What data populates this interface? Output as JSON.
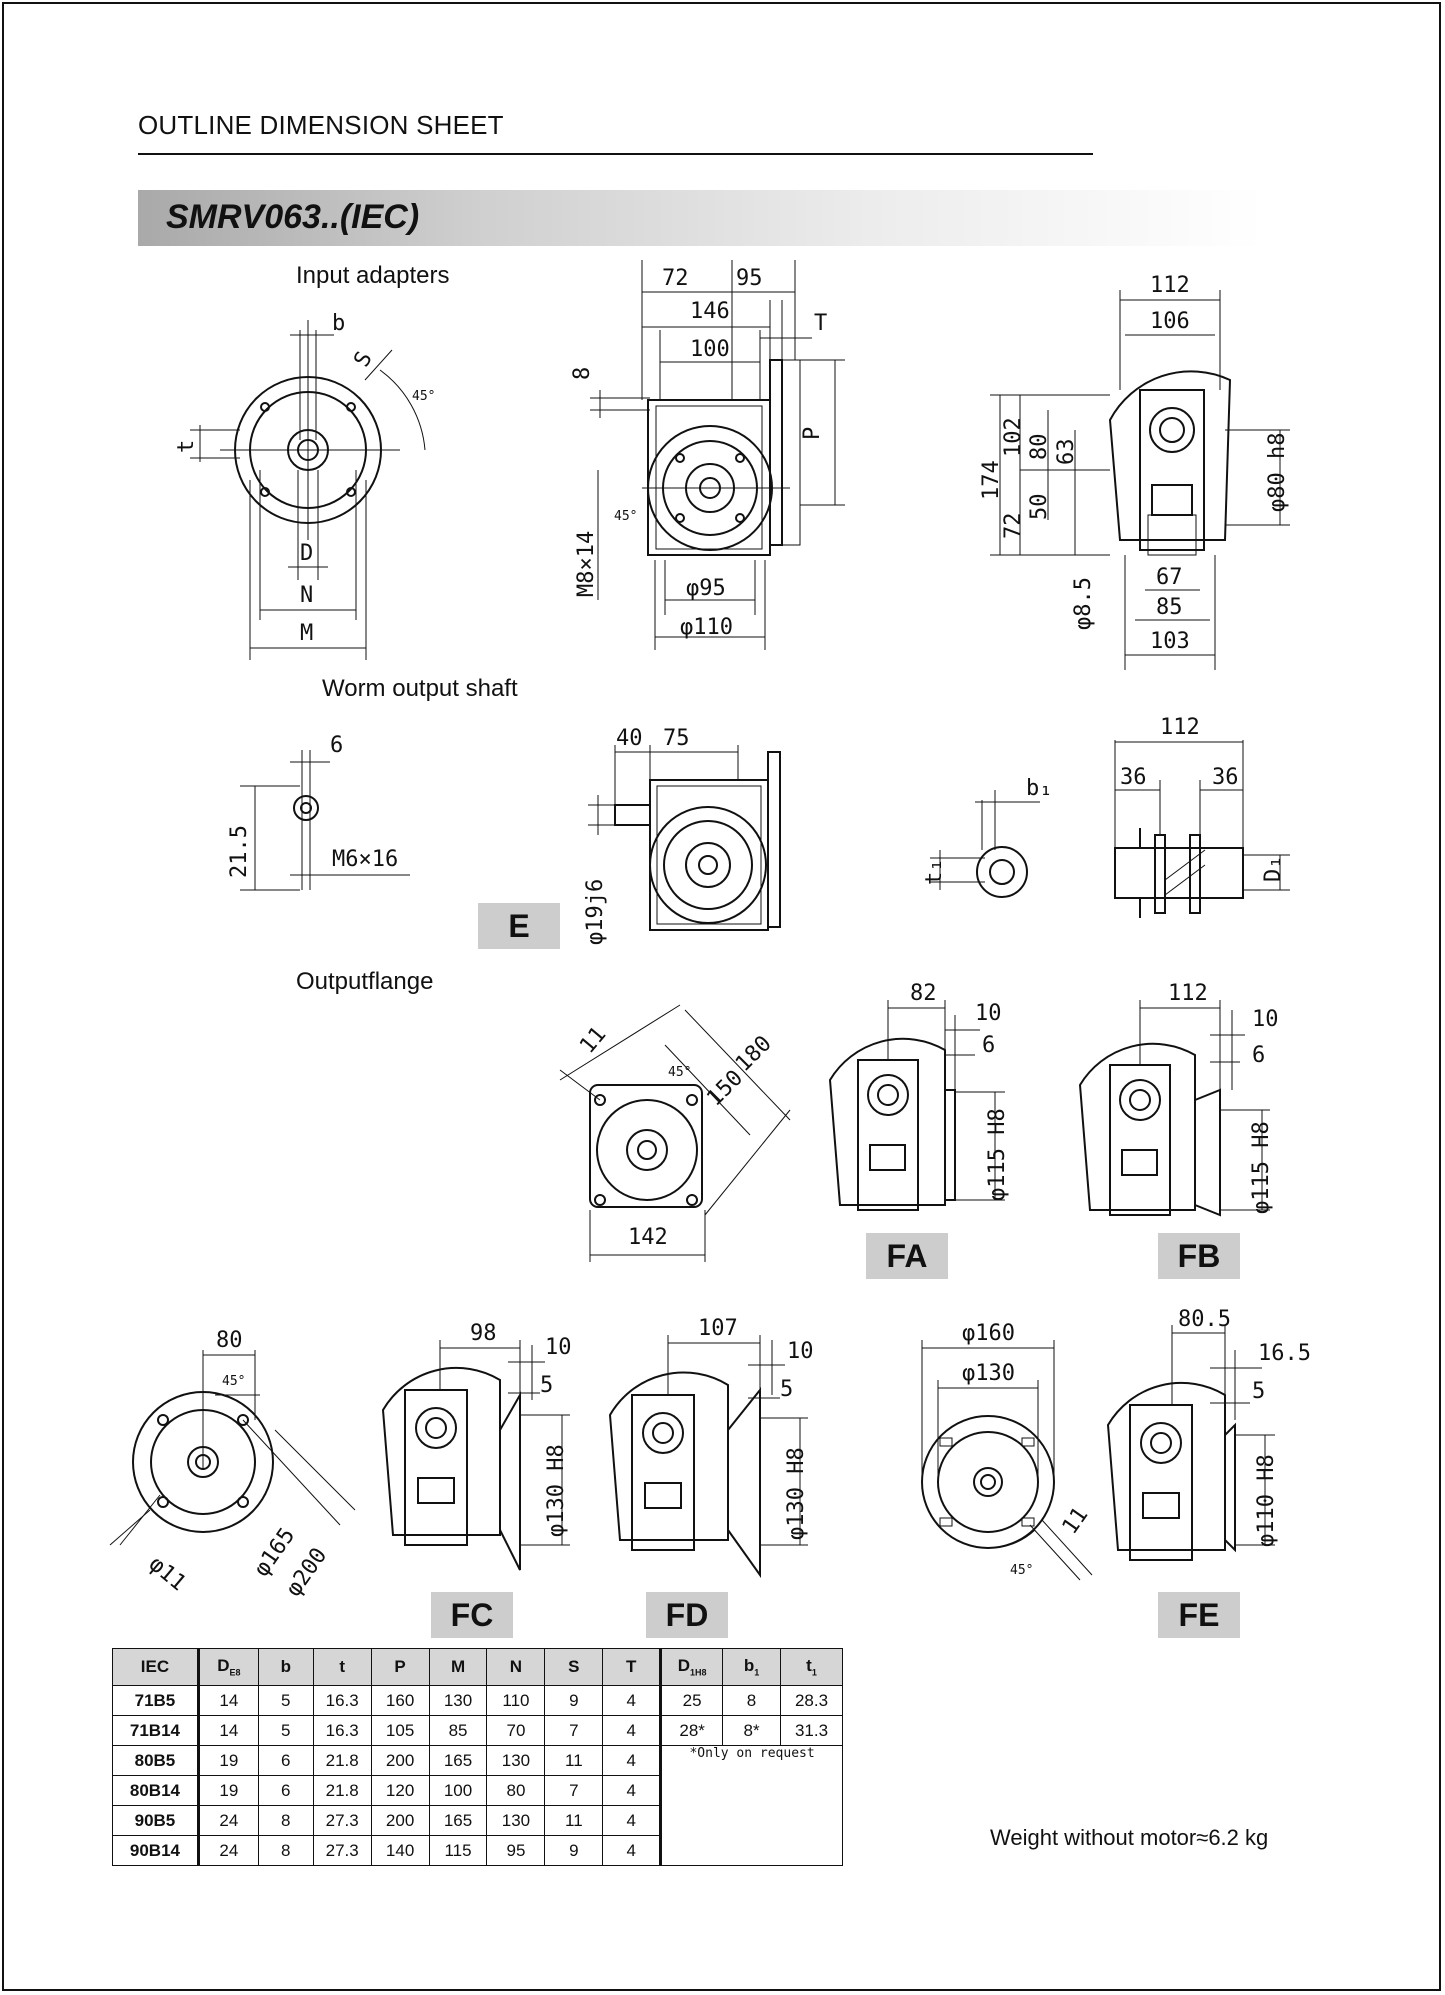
{
  "header": {
    "sheet_title": "OUTLINE DIMENSION SHEET",
    "model": "SMRV063..(IEC)"
  },
  "sections": {
    "input": "Input adapters",
    "worm": "Worm output shaft",
    "flange": "Outputflange"
  },
  "tags": {
    "e": "E",
    "fa": "FA",
    "fb": "FB",
    "fc": "FC",
    "fd": "FD",
    "fe": "FE"
  },
  "dims": {
    "adapter": {
      "b": "b",
      "s": "S",
      "t": "t",
      "d": "D",
      "n": "N",
      "m": "M",
      "angle": "45°"
    },
    "front": {
      "d72": "72",
      "d95": "95",
      "d146": "146",
      "d100": "100",
      "t": "T",
      "d8": "8",
      "p": "P",
      "m8": "M8×14",
      "angle": "45°",
      "phi95": "φ95",
      "phi110": "φ110"
    },
    "side": {
      "d112": "112",
      "d106": "106",
      "d174": "174",
      "d102": "102",
      "d80": "80",
      "d63": "63",
      "d72": "72",
      "d50": "50",
      "phi8_5": "φ8.5",
      "d67": "67",
      "d85": "85",
      "d103": "103",
      "phi80": "φ80 h8"
    },
    "shaft": {
      "d6": "6",
      "d21_5": "21.5",
      "m6": "M6×16",
      "d40": "40",
      "d75": "75",
      "phi19": "φ19j6",
      "b1": "b₁",
      "t1": "t₁",
      "d112": "112",
      "d36a": "36",
      "d36b": "36",
      "D1": "D₁"
    },
    "flange_sq": {
      "d11": "11",
      "d180": "180",
      "d150": "150",
      "angle": "45°",
      "d142": "142"
    },
    "fa": {
      "d82": "82",
      "d10": "10",
      "d6": "6",
      "phi": "φ115 H8"
    },
    "fb": {
      "d112": "112",
      "d10": "10",
      "d6": "6",
      "phi": "φ115 H8"
    },
    "fc_front": {
      "d80": "80",
      "angle": "45°",
      "phi165": "φ165",
      "phi200": "φ200",
      "phi11": "φ11"
    },
    "fc": {
      "d98": "98",
      "d10": "10",
      "d5": "5",
      "phi": "φ130 H8"
    },
    "fd": {
      "d107": "107",
      "d10": "10",
      "d5": "5",
      "phi": "φ130 H8"
    },
    "fe_front": {
      "phi160": "φ160",
      "phi130": "φ130",
      "d11": "11",
      "angle": "45°"
    },
    "fe": {
      "d80_5": "80.5",
      "d16_5": "16.5",
      "d5": "5",
      "phi": "φ110 H8"
    }
  },
  "table": {
    "headers": [
      "IEC",
      "D",
      "b",
      "t",
      "P",
      "M",
      "N",
      "S",
      "T"
    ],
    "header_sub": {
      "D": "E8"
    },
    "rows": [
      [
        "71B5",
        "14",
        "5",
        "16.3",
        "160",
        "130",
        "110",
        "9",
        "4"
      ],
      [
        "71B14",
        "14",
        "5",
        "16.3",
        "105",
        "85",
        "70",
        "7",
        "4"
      ],
      [
        "80B5",
        "19",
        "6",
        "21.8",
        "200",
        "165",
        "130",
        "11",
        "4"
      ],
      [
        "80B14",
        "19",
        "6",
        "21.8",
        "120",
        "100",
        "80",
        "7",
        "4"
      ],
      [
        "90B5",
        "24",
        "8",
        "27.3",
        "200",
        "165",
        "130",
        "11",
        "4"
      ],
      [
        "90B14",
        "24",
        "8",
        "27.3",
        "140",
        "115",
        "95",
        "9",
        "4"
      ]
    ],
    "side_headers": [
      "D",
      "b",
      "t"
    ],
    "side_header_sub": [
      "1H8",
      "1",
      "1"
    ],
    "side_rows": [
      [
        "25",
        "8",
        "28.3"
      ],
      [
        "28*",
        "8*",
        "31.3"
      ]
    ],
    "note": "*Only on request"
  },
  "weight": "Weight without motor≈6.2 kg"
}
